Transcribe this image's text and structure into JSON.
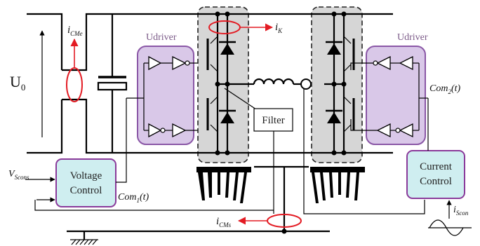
{
  "labels": {
    "u0": "U",
    "u0_sub": "0",
    "i_cme": "i",
    "i_cme_sub": "CMe",
    "i_k": "i",
    "i_k_sub": "K",
    "i_cms": "i",
    "i_cms_sub": "CMs",
    "i_scon": "i",
    "i_scon_sub": "Scon",
    "v_scons": "V",
    "v_scons_sub": "Scons",
    "com1": "Com",
    "com1_sub": "1",
    "com1_tail": "(t)",
    "com2": "Com",
    "com2_sub": "2",
    "com2_tail": "(t)"
  },
  "boxes": {
    "udriver_left": "Udriver",
    "udriver_right": "Udriver",
    "filter": "Filter",
    "voltage_control_line1": "Voltage",
    "voltage_control_line2": "Control",
    "current_control_line1": "Current",
    "current_control_line2": "Control"
  },
  "colors": {
    "udriver_fill": "#d9c8e8",
    "udriver_stroke": "#8a57a6",
    "control_fill": "#cfeef0",
    "control_stroke": "#8a3a9a",
    "module_fill": "#d6d6d6",
    "current_probe": "#e31b23"
  }
}
